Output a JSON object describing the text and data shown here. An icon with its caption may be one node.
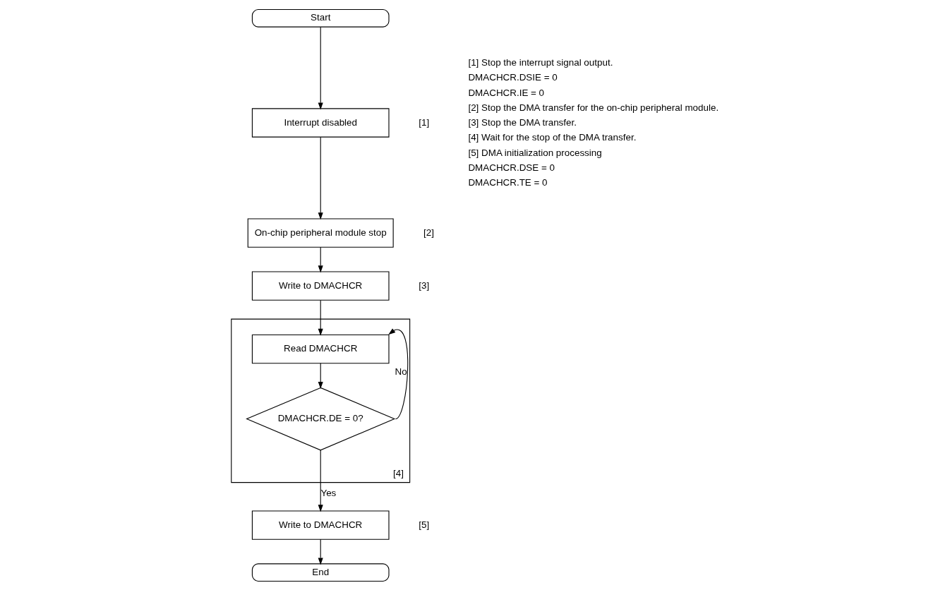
{
  "diagram": {
    "nodes": [
      {
        "text": [
          "Start"
        ]
      },
      {
        "text": [
          "Interrupt disabled"
        ],
        "beside": [
          "[1]"
        ]
      },
      {
        "text": [
          "On-chip peripheral module stop"
        ],
        "beside": [
          "[2]"
        ]
      },
      {
        "text": [
          "Write to DMACHCR"
        ],
        "beside": [
          "[3]"
        ]
      },
      {
        "text": [],
        "shape": "box",
        "beside": [
          "[4]"
        ]
      },
      {
        "text": [
          "Read DMACHCR"
        ],
        "in": 4
      },
      {
        "text": [
          "DMACHCR.DE = 0?"
        ],
        "in": 4
      },
      {
        "text": [
          "Write to DMACHCR"
        ],
        "beside": [
          "[5]"
        ]
      },
      {
        "text": [
          "End"
        ]
      }
    ],
    "edges": [
      {
        "from": 0,
        "to": 1,
        "arrow": "to"
      },
      {
        "from": 1,
        "to": 2,
        "arrow": "to"
      },
      {
        "from": 2,
        "to": 3,
        "arrow": "to"
      },
      {
        "from": 3,
        "to": 5,
        "arrow": "to"
      },
      {
        "from": 5,
        "to": 6,
        "arrow": "to"
      },
      {
        "from": 6,
        "to": 5,
        "arrow": "to",
        "label": "No"
      },
      {
        "from": 6,
        "to": 7,
        "arrow": "to",
        "label": "Yes"
      },
      {
        "from": 7,
        "to": 8,
        "arrow": "to"
      }
    ],
    "labels": [
      "[1] Stop the interrupt signal output.",
      "DMACHCR.DSIE = 0",
      "DMACHCR.IE = 0",
      "[2] Stop the DMA transfer for the on-chip peripheral module.",
      "[3] Stop the DMA transfer.",
      "[4] Wait for the stop of the DMA transfer.",
      "[5] DMA initialization processing",
      "DMACHCR.DSE = 0",
      "DMACHCR.TE = 0"
    ]
  }
}
